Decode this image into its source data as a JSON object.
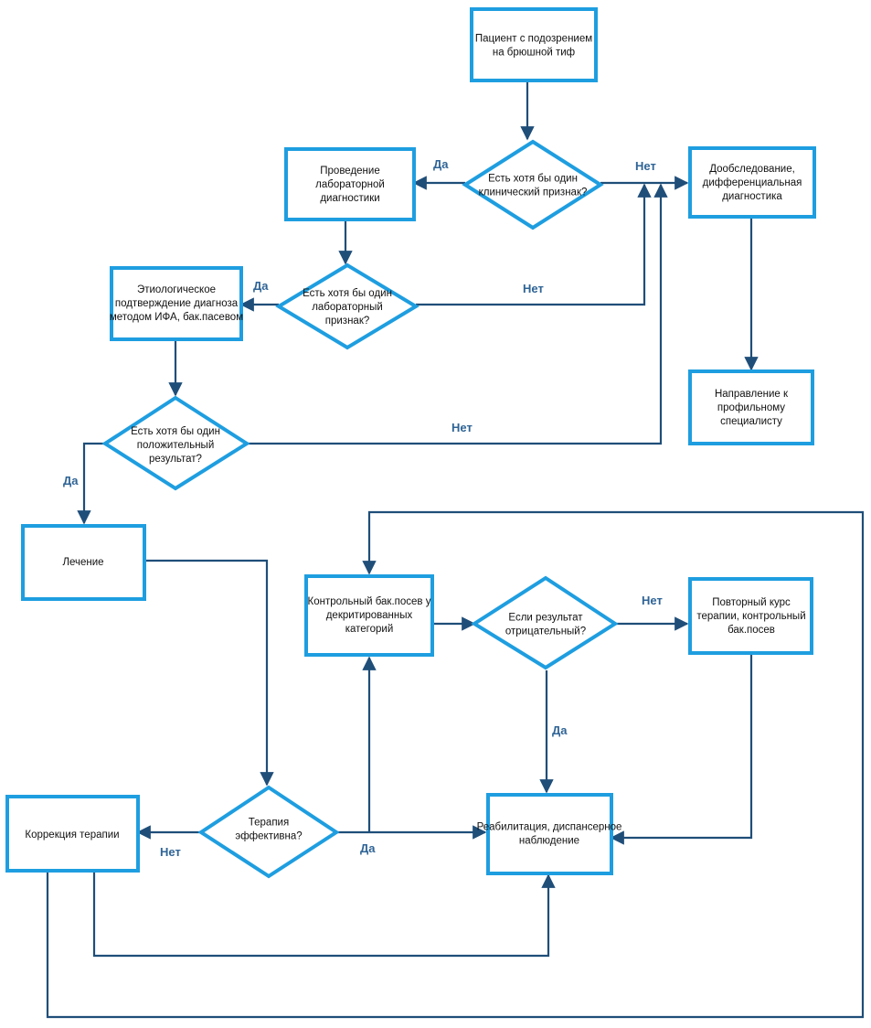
{
  "colors": {
    "node_border": "#1e9ee0",
    "edge": "#1f4e79",
    "edge_label": "#2f6496",
    "text": "#111111"
  },
  "nodes": {
    "start": [
      "Пациент с подозрением",
      "на  брюшной тиф"
    ],
    "q_clinical": [
      "Есть хотя бы один",
      "клинический признак?"
    ],
    "lab_diag": [
      "Проведение",
      "лабораторной",
      "диагностики"
    ],
    "extra_exam": [
      "Дообследование,",
      "дифференциальная",
      "диагностика"
    ],
    "q_lab": [
      "Есть хотя бы один",
      "лабораторный",
      "признак?"
    ],
    "etiology": [
      "Этиологическое",
      "подтверждение диагноза",
      "методом ИФА, бак.пасевом"
    ],
    "referral": [
      "Направление к",
      "профильному",
      "специалисту"
    ],
    "q_positive": [
      "Есть хотя бы один",
      "положительный",
      "результат?"
    ],
    "treatment": [
      "Лечение"
    ],
    "control_culture": [
      "Контрольный бак.посев у",
      "декритированных",
      "категорий"
    ],
    "q_negative": [
      "Если результат",
      "отрицательный?"
    ],
    "repeat_course": [
      "Повторный курс",
      "терапии, контрольный",
      "бак.посев"
    ],
    "correction": [
      "Коррекция терапии"
    ],
    "q_effective": [
      "Терапия",
      "эффективна?"
    ],
    "rehab": [
      "Реабилитация, диспансерное",
      "наблюдение"
    ]
  },
  "edge_labels": {
    "yes": "Да",
    "no": "Нет"
  }
}
